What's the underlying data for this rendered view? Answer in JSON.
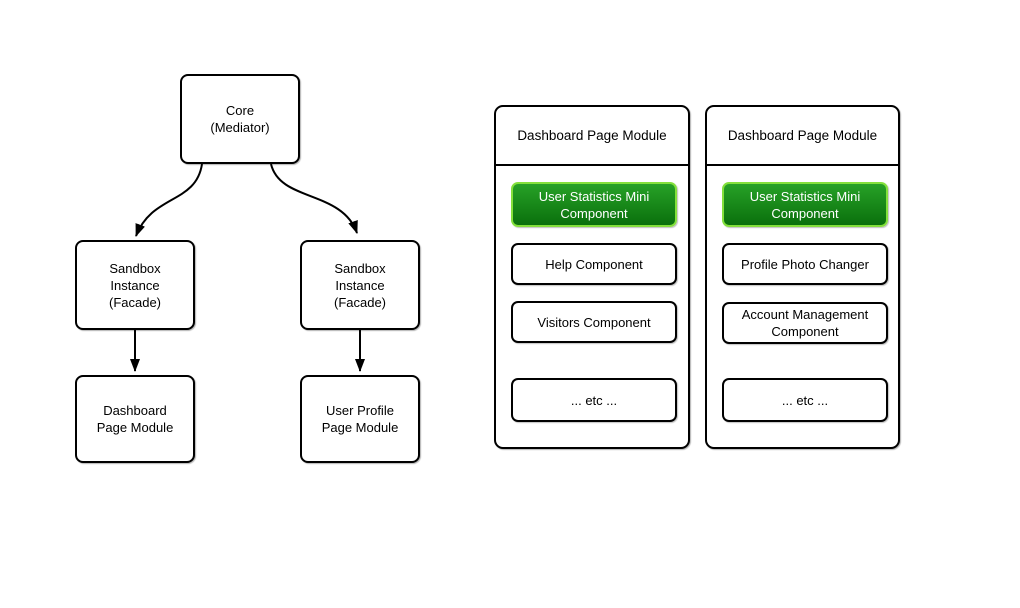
{
  "diagram": {
    "nodes": {
      "core": {
        "label": "Core\n(Mediator)"
      },
      "sandbox_left": {
        "label": "Sandbox\nInstance\n(Facade)"
      },
      "sandbox_right": {
        "label": "Sandbox\nInstance\n(Facade)"
      },
      "module_dashboard": {
        "label": "Dashboard\nPage Module"
      },
      "module_user_profile": {
        "label": "User Profile\nPage Module"
      }
    },
    "arrows": [
      "core-to-left-sandbox",
      "core-to-right-sandbox",
      "left-sandbox-to-dashboard-module",
      "right-sandbox-to-user-profile-module"
    ]
  },
  "modules": [
    {
      "title": "Dashboard Page Module",
      "items": [
        {
          "label": "User Statistics Mini Component",
          "highlighted": true
        },
        {
          "label": "Help Component",
          "highlighted": false
        },
        {
          "label": "Visitors Component",
          "highlighted": false
        },
        {
          "label": "... etc ...",
          "highlighted": false
        }
      ]
    },
    {
      "title": "Dashboard Page Module",
      "items": [
        {
          "label": "User Statistics Mini Component",
          "highlighted": true
        },
        {
          "label": "Profile Photo Changer",
          "highlighted": false
        },
        {
          "label": "Account Management Component",
          "highlighted": false
        },
        {
          "label": "... etc ...",
          "highlighted": false
        }
      ]
    }
  ],
  "colors": {
    "highlight_fill_top": "#27a127",
    "highlight_fill_bottom": "#0a700c",
    "highlight_border": "#84e03c",
    "highlight_text": "#ffffff",
    "stroke": "#000000",
    "background": "#ffffff"
  }
}
